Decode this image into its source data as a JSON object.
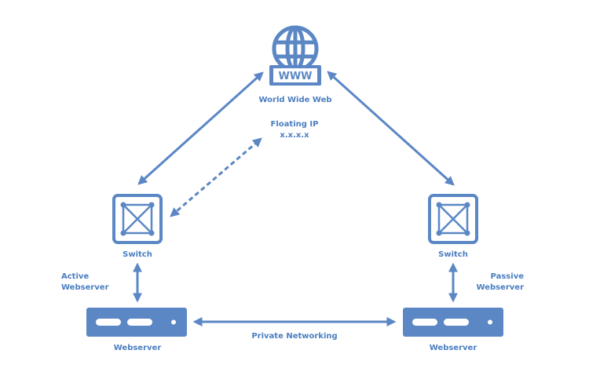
{
  "colors": {
    "primary": "#5b87c5",
    "text": "#4a7ec1",
    "background": "#ffffff"
  },
  "nodes": {
    "www": {
      "label": "World Wide Web",
      "badge": "WWW",
      "icon": "globe-icon"
    },
    "floating_ip": {
      "title": "Floating IP",
      "address": "x.x.x.x"
    },
    "switch_left": {
      "label": "Switch",
      "icon": "switch-icon"
    },
    "switch_right": {
      "label": "Switch",
      "icon": "switch-icon"
    },
    "webserver_left": {
      "label": "Webserver",
      "role_line1": "Active",
      "role_line2": "Webserver",
      "icon": "server-icon"
    },
    "webserver_right": {
      "label": "Webserver",
      "role_line1": "Passive",
      "role_line2": "Webserver",
      "icon": "server-icon"
    }
  },
  "links": {
    "private_networking": "Private Networking"
  }
}
